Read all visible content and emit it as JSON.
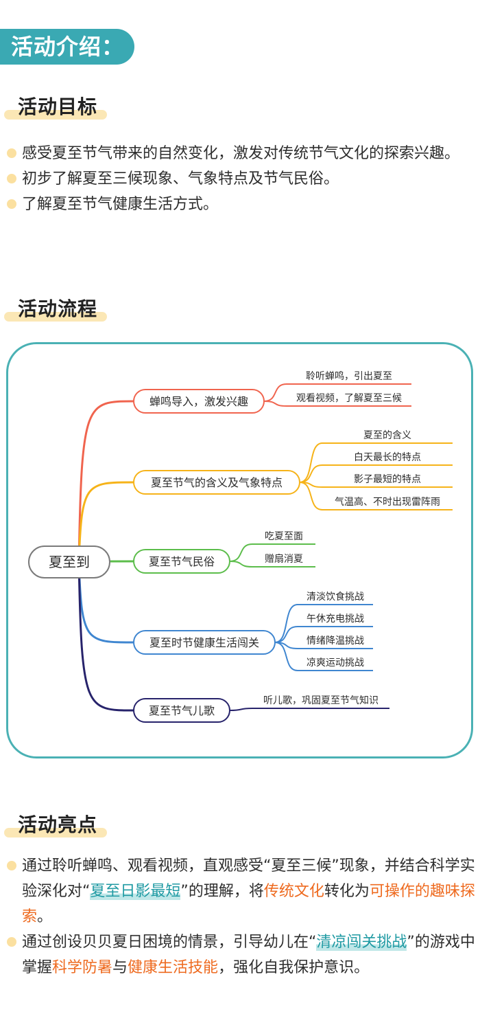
{
  "header": {
    "badge": "活动介绍："
  },
  "goals": {
    "title": "活动目标",
    "items": [
      "感受夏至节气带来的自然变化，激发对传统节气文化的探索兴趣。",
      "初步了解夏至三候现象、气象特点及节气民俗。",
      "了解夏至节气健康生活方式。"
    ]
  },
  "process": {
    "title": "活动流程",
    "root": "夏至到",
    "branches": [
      {
        "label": "蝉鸣导入，激发兴趣",
        "color": "#f0644e",
        "leaves": [
          "聆听蝉鸣，引出夏至",
          "观看视频，了解夏至三候"
        ]
      },
      {
        "label": "夏至节气的含义及气象特点",
        "color": "#f6b319",
        "leaves": [
          "夏至的含义",
          "白天最长的特点",
          "影子最短的特点",
          "气温高、不时出现雷阵雨"
        ]
      },
      {
        "label": "夏至节气民俗",
        "color": "#5cbd4b",
        "leaves": [
          "吃夏至面",
          "赠扇消夏"
        ]
      },
      {
        "label": "夏至时节健康生活闯关",
        "color": "#3f86d0",
        "leaves": [
          "清淡饮食挑战",
          "午休充电挑战",
          "情绪降温挑战",
          "凉爽运动挑战"
        ]
      },
      {
        "label": "夏至节气儿歌",
        "color": "#27236b",
        "leaves": [
          "听儿歌，巩固夏至节气知识"
        ]
      }
    ]
  },
  "highlights": {
    "title": "活动亮点",
    "item1": {
      "t1": "通过聆听蝉鸣、观看视频，直观感受“夏至三候”现象，并结合科学实验深化对“",
      "h1": "夏至日影最短",
      "t2": "”的理解，将",
      "h2": "传统文化",
      "t3": "转化为",
      "h3": "可操作的趣味探索",
      "t4": "。"
    },
    "item2": {
      "t1": "通过创设贝贝夏日困境的情景，引导幼儿在“",
      "h1": "清凉闯关挑战",
      "t2": "”的游戏中掌握",
      "h2": "科学防暑",
      "t3": "与",
      "h3": "健康生活技能",
      "t4": "，强化自我保护意识。"
    }
  }
}
